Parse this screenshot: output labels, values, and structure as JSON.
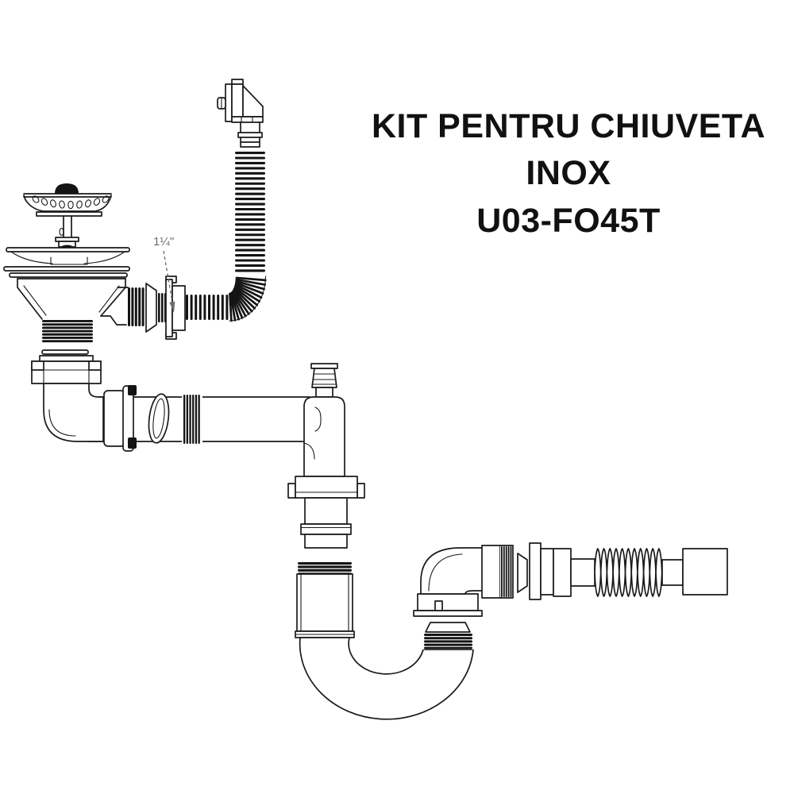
{
  "title": {
    "line1": "KIT PENTRU CHIUVETA INOX",
    "line2": "U03-FO45T"
  },
  "annotation": {
    "size_label": "1¼\""
  },
  "colors": {
    "background": "#ffffff",
    "line_art": "#1a1a1a",
    "thread_fill": "#141414",
    "annotation_gray": "#6b6b6b",
    "title_text": "#111111"
  }
}
